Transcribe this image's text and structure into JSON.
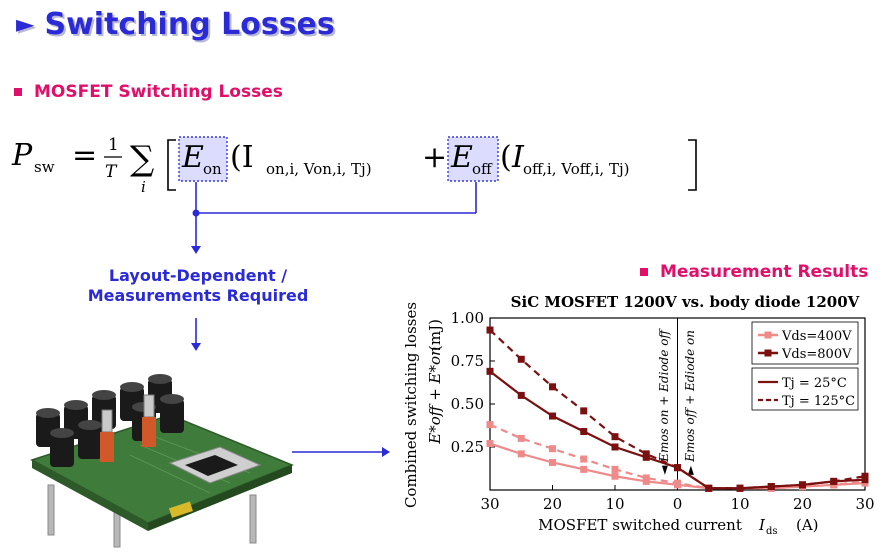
{
  "slide": {
    "title": "Switching Losses",
    "section_label": "MOSFET Switching Losses",
    "formula": {
      "lhs": "P",
      "lhs_sub": "sw",
      "eq": "=",
      "frac_num": "1",
      "frac_den": "T",
      "sum": "∑",
      "sum_index": "i",
      "term1": "E",
      "term1_sub": "on",
      "args1": "(I",
      "args1_text": "on,i, Von,i, Tj)",
      "plus": "+",
      "term2": "E",
      "term2_sub": "off",
      "args2_text": "off,i, Voff,i, Tj)"
    },
    "requirement_line1": "Layout-Dependent /",
    "requirement_line2": "Measurements Required",
    "results_label": "Measurement Results"
  },
  "colors": {
    "title": "#2a2ad6",
    "accent": "#e0106a",
    "series_400": "#ee8a8a",
    "series_800": "#7a1010",
    "formula_box": "#dcdcff"
  },
  "chart_data": {
    "type": "line",
    "title": "SiC MOSFET 1200V vs. body diode 1200V",
    "xlabel": "MOSFET switched current",
    "xlabel_symbol": "I",
    "xlabel_sub": "ds",
    "xlabel_unit": "(A)",
    "ylabel": "Combined switching losses",
    "ylabel_expr": "E*off + E*on",
    "ylabel_unit": "(mJ)",
    "xlim": [
      -30,
      30
    ],
    "ylim": [
      0,
      1.0
    ],
    "x_ticks": [
      "30",
      "20",
      "10",
      "0",
      "10",
      "20",
      "30"
    ],
    "y_ticks": [
      "0.25",
      "0.50",
      "0.75",
      "1.00"
    ],
    "divider_annotations": [
      "◄ Emos on + Ediode off",
      "► Emos off + Ediode on"
    ],
    "x": [
      -30,
      -25,
      -20,
      -15,
      -10,
      -5,
      0,
      5,
      10,
      15,
      20,
      25,
      30
    ],
    "series": [
      {
        "name": "Vds=400V, Tj=25°C",
        "color": "#ee8a8a",
        "dash": "solid",
        "values": [
          0.27,
          0.21,
          0.16,
          0.12,
          0.08,
          0.05,
          0.03,
          0.01,
          0.01,
          0.01,
          0.02,
          0.03,
          0.04
        ]
      },
      {
        "name": "Vds=400V, Tj=125°C",
        "color": "#ee8a8a",
        "dash": "dashed",
        "values": [
          0.38,
          0.3,
          0.24,
          0.18,
          0.12,
          0.07,
          0.04,
          0.01,
          0.01,
          0.01,
          0.02,
          0.03,
          0.05
        ]
      },
      {
        "name": "Vds=800V, Tj=25°C",
        "color": "#7a1010",
        "dash": "solid",
        "values": [
          0.69,
          0.55,
          0.43,
          0.34,
          0.25,
          0.19,
          0.13,
          0.01,
          0.01,
          0.02,
          0.03,
          0.05,
          0.06
        ]
      },
      {
        "name": "Vds=800V, Tj=125°C",
        "color": "#7a1010",
        "dash": "dashed",
        "values": [
          0.93,
          0.76,
          0.6,
          0.46,
          0.31,
          0.21,
          0.13,
          0.01,
          0.01,
          0.02,
          0.03,
          0.05,
          0.08
        ]
      }
    ],
    "legend": {
      "placement": "top-right",
      "voltage_entries": [
        {
          "label": "Vds=400V",
          "color": "#ee8a8a"
        },
        {
          "label": "Vds=800V",
          "color": "#7a1010"
        }
      ],
      "temperature_entries": [
        {
          "label": "Tj = 25°C",
          "dash": "solid"
        },
        {
          "label": "Tj = 125°C",
          "dash": "dashed"
        }
      ]
    }
  }
}
